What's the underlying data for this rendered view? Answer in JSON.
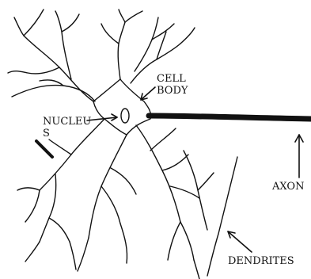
{
  "labels": {
    "cell_body_line1": "CELL",
    "cell_body_line2": "BODY",
    "nucleus_line1": "NUCLEU",
    "nucleus_line2": "S",
    "axon": "AXON",
    "dendrites": "DENDRITES"
  },
  "colors": {
    "ink": "#111111",
    "background": "#ffffff"
  }
}
